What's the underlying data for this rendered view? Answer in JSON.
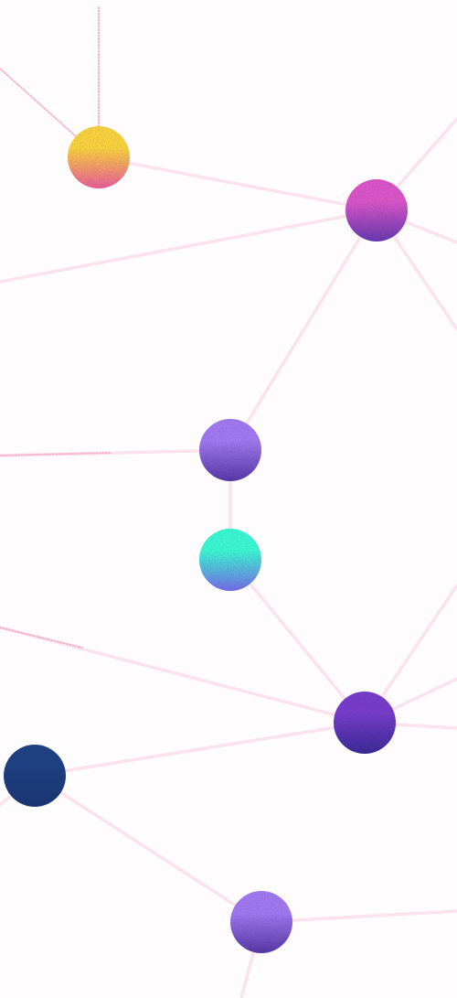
{
  "colors": {
    "background": "#fffcfe",
    "edge": "#fbe3ee",
    "edge_dotted": "#f3a9c6"
  },
  "nodes": [
    {
      "id": "yellow",
      "color_top": "#ffd93d",
      "color_bottom": "#f0609a"
    },
    {
      "id": "magenta",
      "color_top": "#e058c8",
      "color_bottom": "#6a3bb0"
    },
    {
      "id": "lavender-1",
      "color_top": "#a57df0",
      "color_bottom": "#5a3aa8"
    },
    {
      "id": "mint",
      "color_top": "#3cffd2",
      "color_bottom": "#7a6ee8"
    },
    {
      "id": "purple",
      "color_top": "#7a3fcc",
      "color_bottom": "#3c2b96"
    },
    {
      "id": "navy",
      "color_top": "#1e3f80",
      "color_bottom": "#1a3470"
    },
    {
      "id": "lavender-2",
      "color_top": "#a57df0",
      "color_bottom": "#5a3aa8"
    }
  ]
}
